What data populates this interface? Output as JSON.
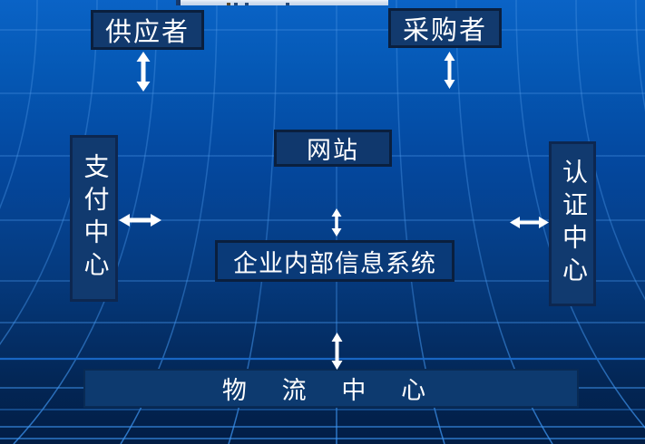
{
  "slide": {
    "kind": "presentation-slide-diagram",
    "title_box_fragment_visible_text": ""
  },
  "diagram": {
    "nodes": {
      "supplier": {
        "label": "供应者"
      },
      "purchaser": {
        "label": "采购者"
      },
      "website": {
        "label": "网站"
      },
      "internal_info_system": {
        "label": "企业内部信息系统"
      },
      "payment_center": {
        "label": "支付中心"
      },
      "certification_center": {
        "label": "认证中心"
      },
      "logistics_center": {
        "label": "物 流 中 心"
      }
    },
    "connectors": {
      "supplier_website": {
        "type": "double-headed-arrow",
        "orientation": "vertical"
      },
      "purchaser_website": {
        "type": "double-headed-arrow",
        "orientation": "vertical"
      },
      "website_system": {
        "type": "double-headed-arrow",
        "orientation": "vertical"
      },
      "payment_system": {
        "type": "double-headed-arrow",
        "orientation": "horizontal"
      },
      "certification_system": {
        "type": "double-headed-arrow",
        "orientation": "horizontal"
      },
      "system_logistics": {
        "type": "double-headed-arrow",
        "orientation": "vertical"
      }
    }
  },
  "colors": {
    "background_top": "#0a63c6",
    "background_bottom": "#021d45",
    "grid_line": "#2d7ed8",
    "node_fill": "#123a6e",
    "node_border": "#0a1f3e",
    "node_text": "#ffffff",
    "arrow": "#ffffff",
    "title_fragment_fill": "#c9d7ec"
  }
}
